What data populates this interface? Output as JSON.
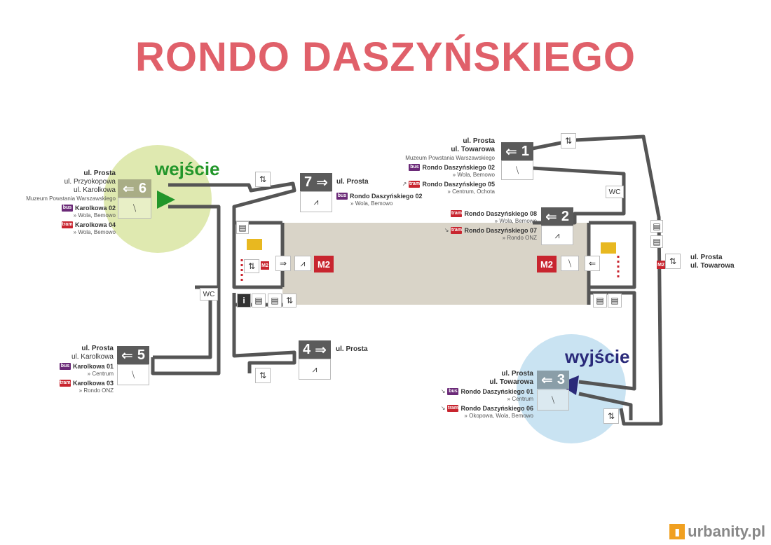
{
  "title": "RONDO DASZYŃSKIEGO",
  "callouts": {
    "entrance": {
      "label": "wejście",
      "color": "#22962a"
    },
    "exit": {
      "label": "wyjście",
      "color": "#2a2a7a"
    }
  },
  "colors": {
    "title": "#e0606a",
    "bus": "#6b2a78",
    "tram": "#c8252f",
    "metro": "#c8252f",
    "corridor": "#555555",
    "platform": "#d9d4c8",
    "entrance_zone": "#dfe9b0",
    "exit_zone": "#c9e3f2"
  },
  "exits": {
    "e1": {
      "number": "1",
      "streets": [
        "ul. Prosta",
        "ul. Towarowa"
      ],
      "note": "Muzeum Powstania Warszawskiego",
      "services": [
        {
          "type": "bus",
          "stop": "Rondo Daszyńskiego 02",
          "dir": "Wola, Bemowo",
          "arrow": "",
          "chip": "bus"
        },
        {
          "type": "tram",
          "stop": "Rondo Daszyńskiego 05",
          "dir": "Centrum, Ochota",
          "arrow": "↗",
          "chip": "tram"
        }
      ]
    },
    "e2": {
      "number": "2",
      "services": [
        {
          "type": "tram",
          "stop": "Rondo Daszyńskiego 08",
          "dir": "Wola, Bemowo",
          "arrow": "",
          "chip": "tram"
        },
        {
          "type": "tram",
          "stop": "Rondo Daszyńskiego 07",
          "dir": "Rondo ONZ",
          "arrow": "↘",
          "chip": "tram"
        }
      ]
    },
    "e3": {
      "number": "3",
      "streets": [
        "ul. Prosta",
        "ul. Towarowa"
      ],
      "services": [
        {
          "type": "bus",
          "stop": "Rondo Daszyńskiego 01",
          "dir": "Centrum",
          "arrow": "↘",
          "chip": "bus"
        },
        {
          "type": "tram",
          "stop": "Rondo Daszyńskiego 06",
          "dir": "Okopowa, Wola, Bemowo",
          "arrow": "↘",
          "chip": "tram"
        }
      ]
    },
    "e4": {
      "number": "4",
      "streets": [
        "ul. Prosta"
      ]
    },
    "e5": {
      "number": "5",
      "streets": [
        "ul. Prosta",
        "ul. Karolkowa"
      ],
      "services": [
        {
          "type": "bus",
          "stop": "Karolkowa 01",
          "dir": "Centrum",
          "chip": "bus"
        },
        {
          "type": "tram",
          "stop": "Karolkowa 03",
          "dir": "Rondo ONZ",
          "chip": "tram"
        }
      ]
    },
    "e6": {
      "number": "6",
      "streets": [
        "ul. Prosta",
        "ul. Przyokopowa",
        "ul. Karolkowa"
      ],
      "note": "Muzeum Powstania Warszawskiego",
      "services": [
        {
          "type": "bus",
          "stop": "Karolkowa 02",
          "dir": "Wola, Bemowo",
          "chip": "bus"
        },
        {
          "type": "tram",
          "stop": "Karolkowa 04",
          "dir": "Wola, Bemowo",
          "chip": "tram"
        }
      ]
    },
    "e7": {
      "number": "7",
      "streets": [
        "ul. Prosta"
      ],
      "services": [
        {
          "type": "bus",
          "stop": "Rondo Daszyńskiego 02",
          "dir": "Wola, Bemowo",
          "chip": "bus"
        }
      ]
    }
  },
  "side_label": {
    "streets": [
      "ul. Prosta",
      "ul. Towarowa"
    ]
  },
  "chips": {
    "bus": "bus",
    "tram": "tram"
  },
  "metro_label": "M2",
  "wc_label": "WC",
  "dir_prefix": "»",
  "watermark": "urbanity.pl",
  "icons": [
    "exit-arrow-icon",
    "escalator-icon",
    "stairs-icon",
    "elevator-icon",
    "info-icon",
    "ticket-machine-icon",
    "wheelchair-icon"
  ]
}
